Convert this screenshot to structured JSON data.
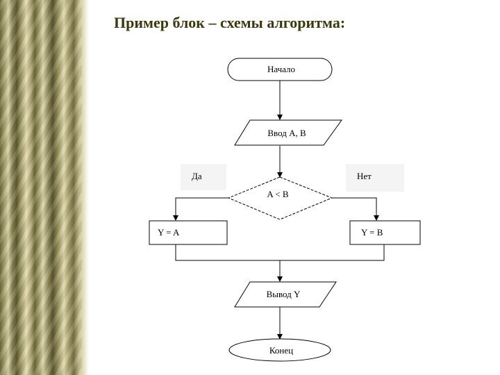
{
  "title": "Пример блок – схемы алгоритма:",
  "flowchart": {
    "start": "Начало",
    "input": "Ввод A, B",
    "condition": "A < B",
    "yes_label": "Да",
    "no_label": "Нет",
    "yes_action": "Y = A",
    "no_action": "Y = B",
    "output": "Вывод Y",
    "end": "Конец"
  }
}
